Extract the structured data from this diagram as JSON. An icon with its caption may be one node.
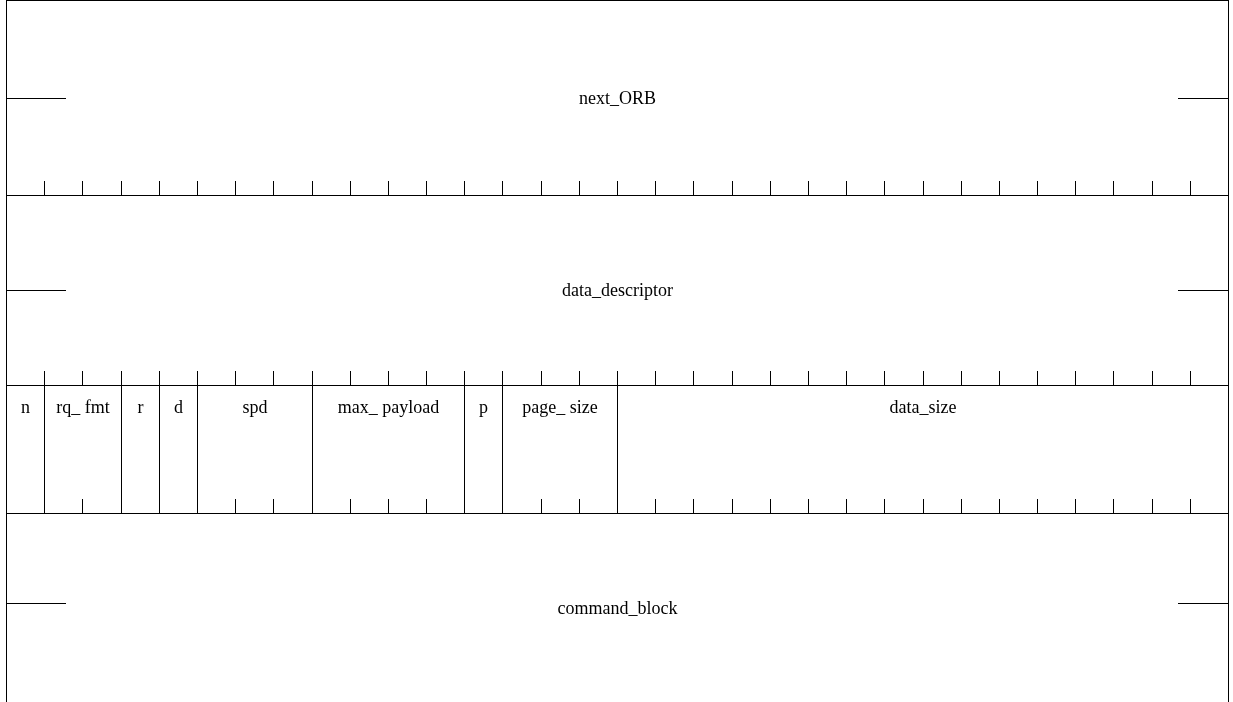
{
  "diagram": {
    "nodes": [
      {
        "text": [
          "next_ORB"
        ]
      },
      {
        "text": [
          "data_descriptor"
        ]
      },
      {
        "text": [
          "n"
        ]
      },
      {
        "text": [
          "rq_ fmt"
        ]
      },
      {
        "text": [
          "r"
        ]
      },
      {
        "text": [
          "d"
        ]
      },
      {
        "text": [
          "spd"
        ]
      },
      {
        "text": [
          "max_ payload"
        ]
      },
      {
        "text": [
          "p"
        ]
      },
      {
        "text": [
          "page_ size"
        ]
      },
      {
        "text": [
          "data_size"
        ]
      },
      {
        "text": [
          "command_block"
        ]
      }
    ]
  }
}
